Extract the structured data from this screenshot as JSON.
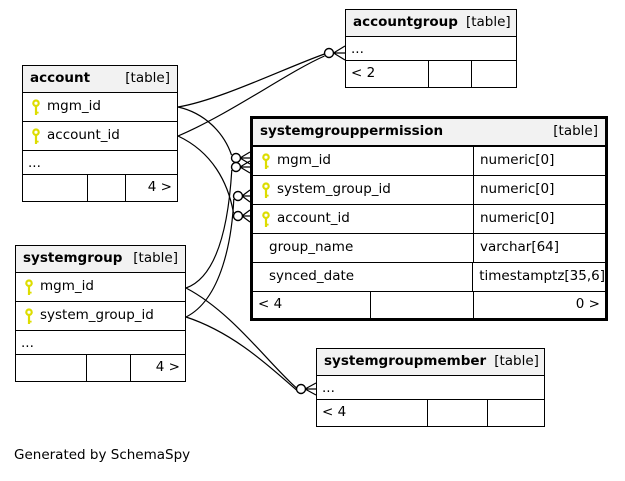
{
  "credit": "Generated by SchemaSpy",
  "colors": {
    "header_bg": "#f2f2f2",
    "border": "#000000",
    "key_icon": "#dddd00",
    "background": "#ffffff"
  },
  "tables": {
    "accountgroup": {
      "name": "accountgroup",
      "tag": "[table]",
      "ellipsis": "...",
      "footer_left": "< 2",
      "footer_mid": "",
      "footer_right": ""
    },
    "account": {
      "name": "account",
      "tag": "[table]",
      "cols": [
        {
          "n": "mgm_id",
          "key": true
        },
        {
          "n": "account_id",
          "key": true
        }
      ],
      "ellipsis": "...",
      "footer_left": "",
      "footer_mid": "",
      "footer_right": "4 >"
    },
    "systemgrouppermission": {
      "name": "systemgrouppermission",
      "tag": "[table]",
      "cols": [
        {
          "n": "mgm_id",
          "t": "numeric[0]",
          "key": true
        },
        {
          "n": "system_group_id",
          "t": "numeric[0]",
          "key": true
        },
        {
          "n": "account_id",
          "t": "numeric[0]",
          "key": true
        },
        {
          "n": "group_name",
          "t": "varchar[64]",
          "key": false
        },
        {
          "n": "synced_date",
          "t": "timestamptz[35,6]",
          "key": false
        }
      ],
      "footer_left": "< 4",
      "footer_mid": "",
      "footer_right": "0 >"
    },
    "systemgroup": {
      "name": "systemgroup",
      "tag": "[table]",
      "cols": [
        {
          "n": "mgm_id",
          "key": true
        },
        {
          "n": "system_group_id",
          "key": true
        }
      ],
      "ellipsis": "...",
      "footer_left": "",
      "footer_mid": "",
      "footer_right": "4 >"
    },
    "systemgroupmember": {
      "name": "systemgroupmember",
      "tag": "[table]",
      "ellipsis": "...",
      "footer_left": "< 4",
      "footer_mid": "",
      "footer_right": ""
    }
  }
}
